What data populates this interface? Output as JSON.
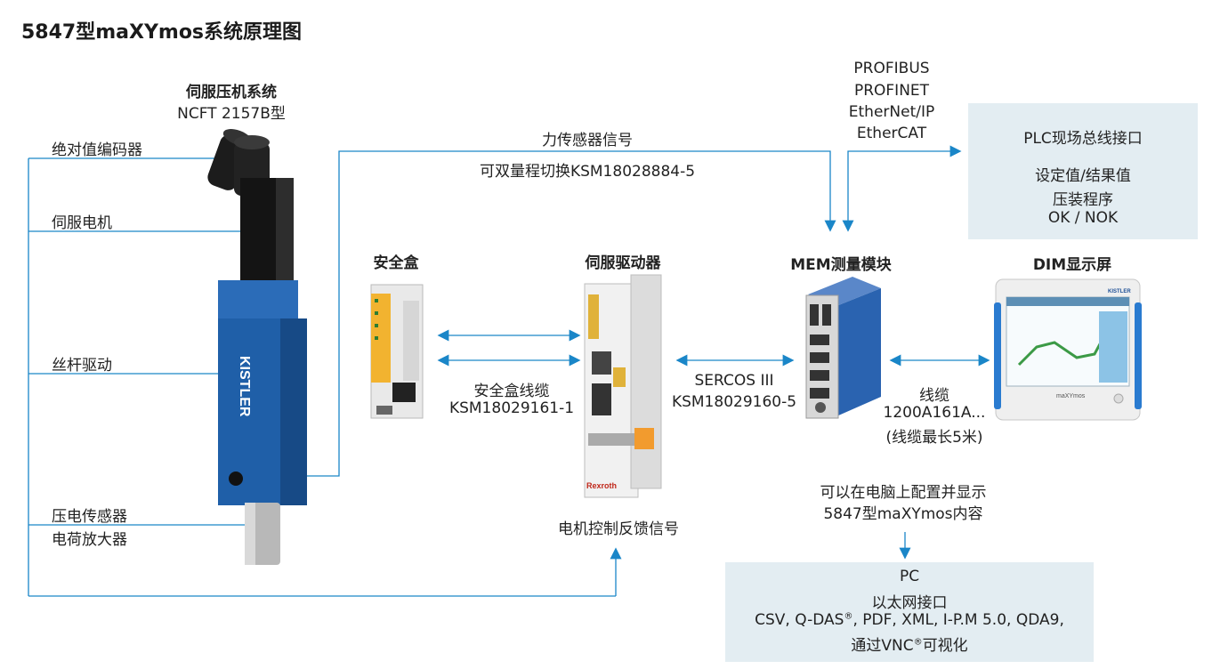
{
  "title": "5847型maXYmos系统原理图",
  "servo_press": {
    "title": "伺服压机系统",
    "model": "NCFT 2157B型",
    "labels": [
      "绝对值编码器",
      "伺服电机",
      "丝杆驱动",
      "压电传感器",
      "电荷放大器"
    ],
    "brand": "KISTLER"
  },
  "force_signal": {
    "line1": "力传感器信号",
    "line2": "可双量程切换KSM18028884-5"
  },
  "fieldbus": [
    "PROFIBUS",
    "PROFINET",
    "EtherNet/IP",
    "EtherCAT"
  ],
  "plc_box": {
    "title": "PLC现场总线接口",
    "lines": [
      "设定值/结果值",
      "压装程序",
      "OK / NOK"
    ]
  },
  "safety_box": {
    "title": "安全盒",
    "cable_line1": "安全盒线缆",
    "cable_line2": "KSM18029161-1"
  },
  "servo_drive": {
    "title": "伺服驱动器",
    "brand": "Rexroth",
    "feedback": "电机控制反馈信号"
  },
  "sercos": {
    "line1": "SERCOS III",
    "line2": "KSM18029160-5"
  },
  "mem": {
    "title": "MEM测量模块"
  },
  "dim": {
    "title": "DIM显示屏",
    "cable_line1": "线缆",
    "cable_line2": "1200A161A...",
    "cable_line3": "(线缆最长5米)",
    "logo": "maXYmos",
    "brand": "KISTLER"
  },
  "pc_note": {
    "line1": "可以在电脑上配置并显示",
    "line2": "5847型maXYmos内容"
  },
  "pc_box": {
    "title": "PC",
    "line1": "以太网接口",
    "line2_a": "CSV, Q-DAS",
    "line2_b": ", PDF, XML, I-P.M 5.0, QDA9,",
    "line3_a": "通过VNC",
    "line3_b": "可视化",
    "reg": "®"
  },
  "colors": {
    "line": "#1a86c8",
    "box": "#e3edf2",
    "press_blue": "#1f5fa8"
  }
}
